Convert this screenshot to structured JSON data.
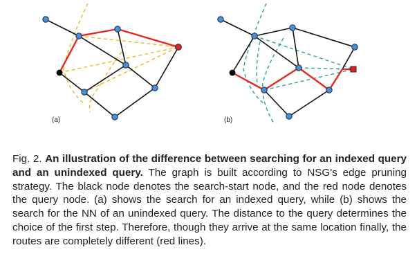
{
  "figure": {
    "panel_a_label": "(a)",
    "panel_b_label": "(b)",
    "colors": {
      "edge": "#111111",
      "route": "#e8261b",
      "node_fill": "#4a90d9",
      "node_stroke": "#1a2a44",
      "start_node": "#000000",
      "query_node": "#e02020",
      "dashed_a": "#f0b820",
      "dashed_b": "#1fa88a"
    }
  },
  "caption": {
    "prefix": "Fig. 2. ",
    "bold": "An illustration of the difference between searching for an indexed query and an unindexed query.",
    "rest": " The graph is built according to NSG's edge pruning strategy. The black node denotes the search-start node, and the red node denotes the query node. (a) shows the search for an indexed query, while (b) shows the search for the NN of an unindexed query. The distance to the query determines the choice of the first step. Therefore, though they arrive at the same location finally, the routes are completely different (red lines)."
  }
}
